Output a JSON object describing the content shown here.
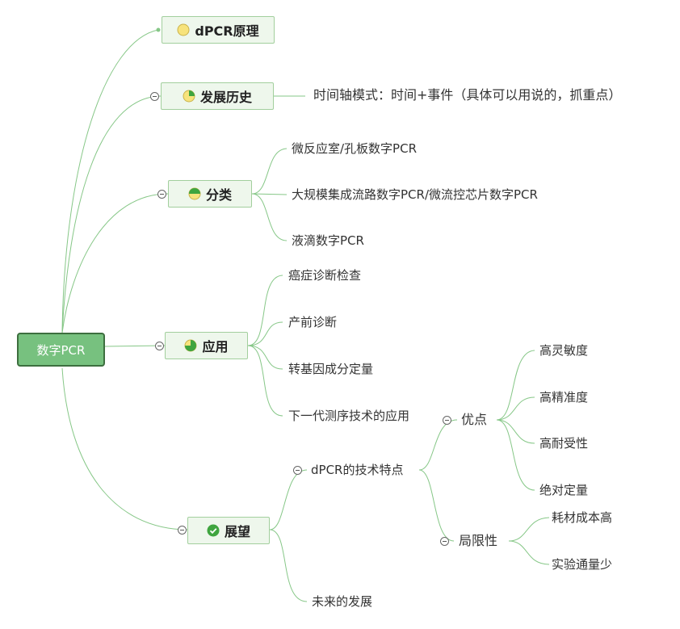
{
  "root": {
    "label": "数字PCR"
  },
  "topics": [
    {
      "label": "dPCR原理",
      "icon": "progress-0-icon"
    },
    {
      "label": "发展历史",
      "icon": "progress-25-icon"
    },
    {
      "label": "分类",
      "icon": "progress-50-icon"
    },
    {
      "label": "应用",
      "icon": "progress-75-icon"
    },
    {
      "label": "展望",
      "icon": "done-check-icon"
    }
  ],
  "history_note": "时间轴模式：时间+事件（具体可以用说的，抓重点）",
  "categories": [
    "微反应室/孔板数字PCR",
    "大规模集成流路数字PCR/微流控芯片数字PCR",
    "液滴数字PCR"
  ],
  "applications": [
    "癌症诊断检查",
    "产前诊断",
    "转基因成分定量",
    "下一代测序技术的应用"
  ],
  "outlook": {
    "tech": {
      "label": "dPCR的技术特点",
      "advantages": {
        "label": "优点",
        "items": [
          "高灵敏度",
          "高精准度",
          "高耐受性",
          "绝对定量"
        ]
      },
      "limitations": {
        "label": "局限性",
        "items": [
          "耗材成本高",
          "实验通量少"
        ]
      }
    },
    "future": "未来的发展"
  },
  "colors": {
    "line": "#86c787",
    "root_fill": "#77c17f",
    "root_border": "#3d6f3f",
    "topic_fill": "#eef7ec"
  }
}
